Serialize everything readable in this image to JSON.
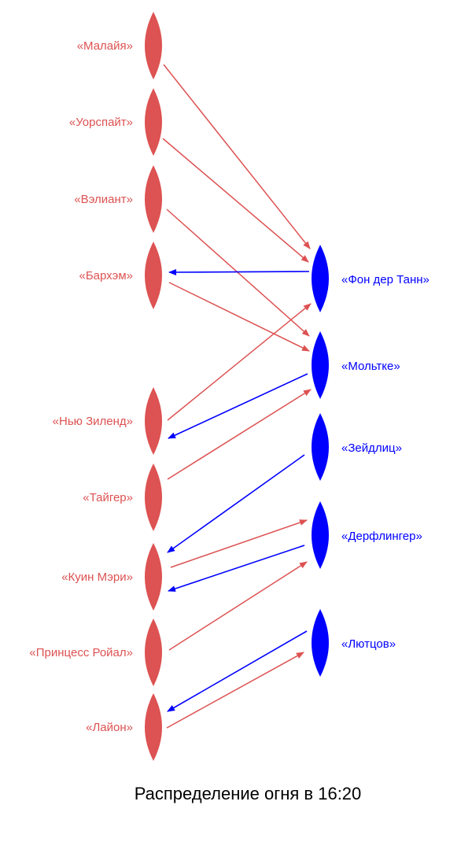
{
  "title": "Распределение огня в 16:20",
  "colors": {
    "british": "#dd5252",
    "german": "#0000ff",
    "caption": "#000000"
  },
  "british_ships": [
    {
      "id": "malaya",
      "name": "«Малайя»"
    },
    {
      "id": "warspite",
      "name": "«Уорспайт»"
    },
    {
      "id": "valiant",
      "name": "«Вэлиант»"
    },
    {
      "id": "barham",
      "name": "«Бархэм»"
    },
    {
      "id": "new-zealand",
      "name": "«Нью Зиленд»"
    },
    {
      "id": "tiger",
      "name": "«Тайгер»"
    },
    {
      "id": "queen-mary",
      "name": "«Куин Мэри»"
    },
    {
      "id": "princess-royal",
      "name": "«Принцесс Ройал»"
    },
    {
      "id": "lion",
      "name": "«Лайон»"
    }
  ],
  "german_ships": [
    {
      "id": "von-der-tann",
      "name": "«Фон дер Танн»"
    },
    {
      "id": "moltke",
      "name": "«Мольтке»"
    },
    {
      "id": "seydlitz",
      "name": "«Зейдлиц»"
    },
    {
      "id": "derfflinger",
      "name": "«Дерфлингер»"
    },
    {
      "id": "lutzow",
      "name": "«Лютцов»"
    }
  ],
  "fire": [
    {
      "from": "malaya",
      "to": "von-der-tann",
      "side": "british"
    },
    {
      "from": "warspite",
      "to": "von-der-tann",
      "side": "british"
    },
    {
      "from": "valiant",
      "to": "moltke",
      "side": "british"
    },
    {
      "from": "barham",
      "to": "moltke",
      "side": "british"
    },
    {
      "from": "von-der-tann",
      "to": "barham",
      "side": "german"
    },
    {
      "from": "new-zealand",
      "to": "von-der-tann",
      "side": "british"
    },
    {
      "from": "moltke",
      "to": "new-zealand",
      "side": "german"
    },
    {
      "from": "tiger",
      "to": "moltke",
      "side": "british"
    },
    {
      "from": "seydlitz",
      "to": "queen-mary",
      "side": "german"
    },
    {
      "from": "queen-mary",
      "to": "derfflinger",
      "side": "british"
    },
    {
      "from": "derfflinger",
      "to": "queen-mary",
      "side": "german"
    },
    {
      "from": "princess-royal",
      "to": "derfflinger",
      "side": "british"
    },
    {
      "from": "lutzow",
      "to": "lion",
      "side": "german"
    },
    {
      "from": "lion",
      "to": "lutzow",
      "side": "british"
    }
  ]
}
